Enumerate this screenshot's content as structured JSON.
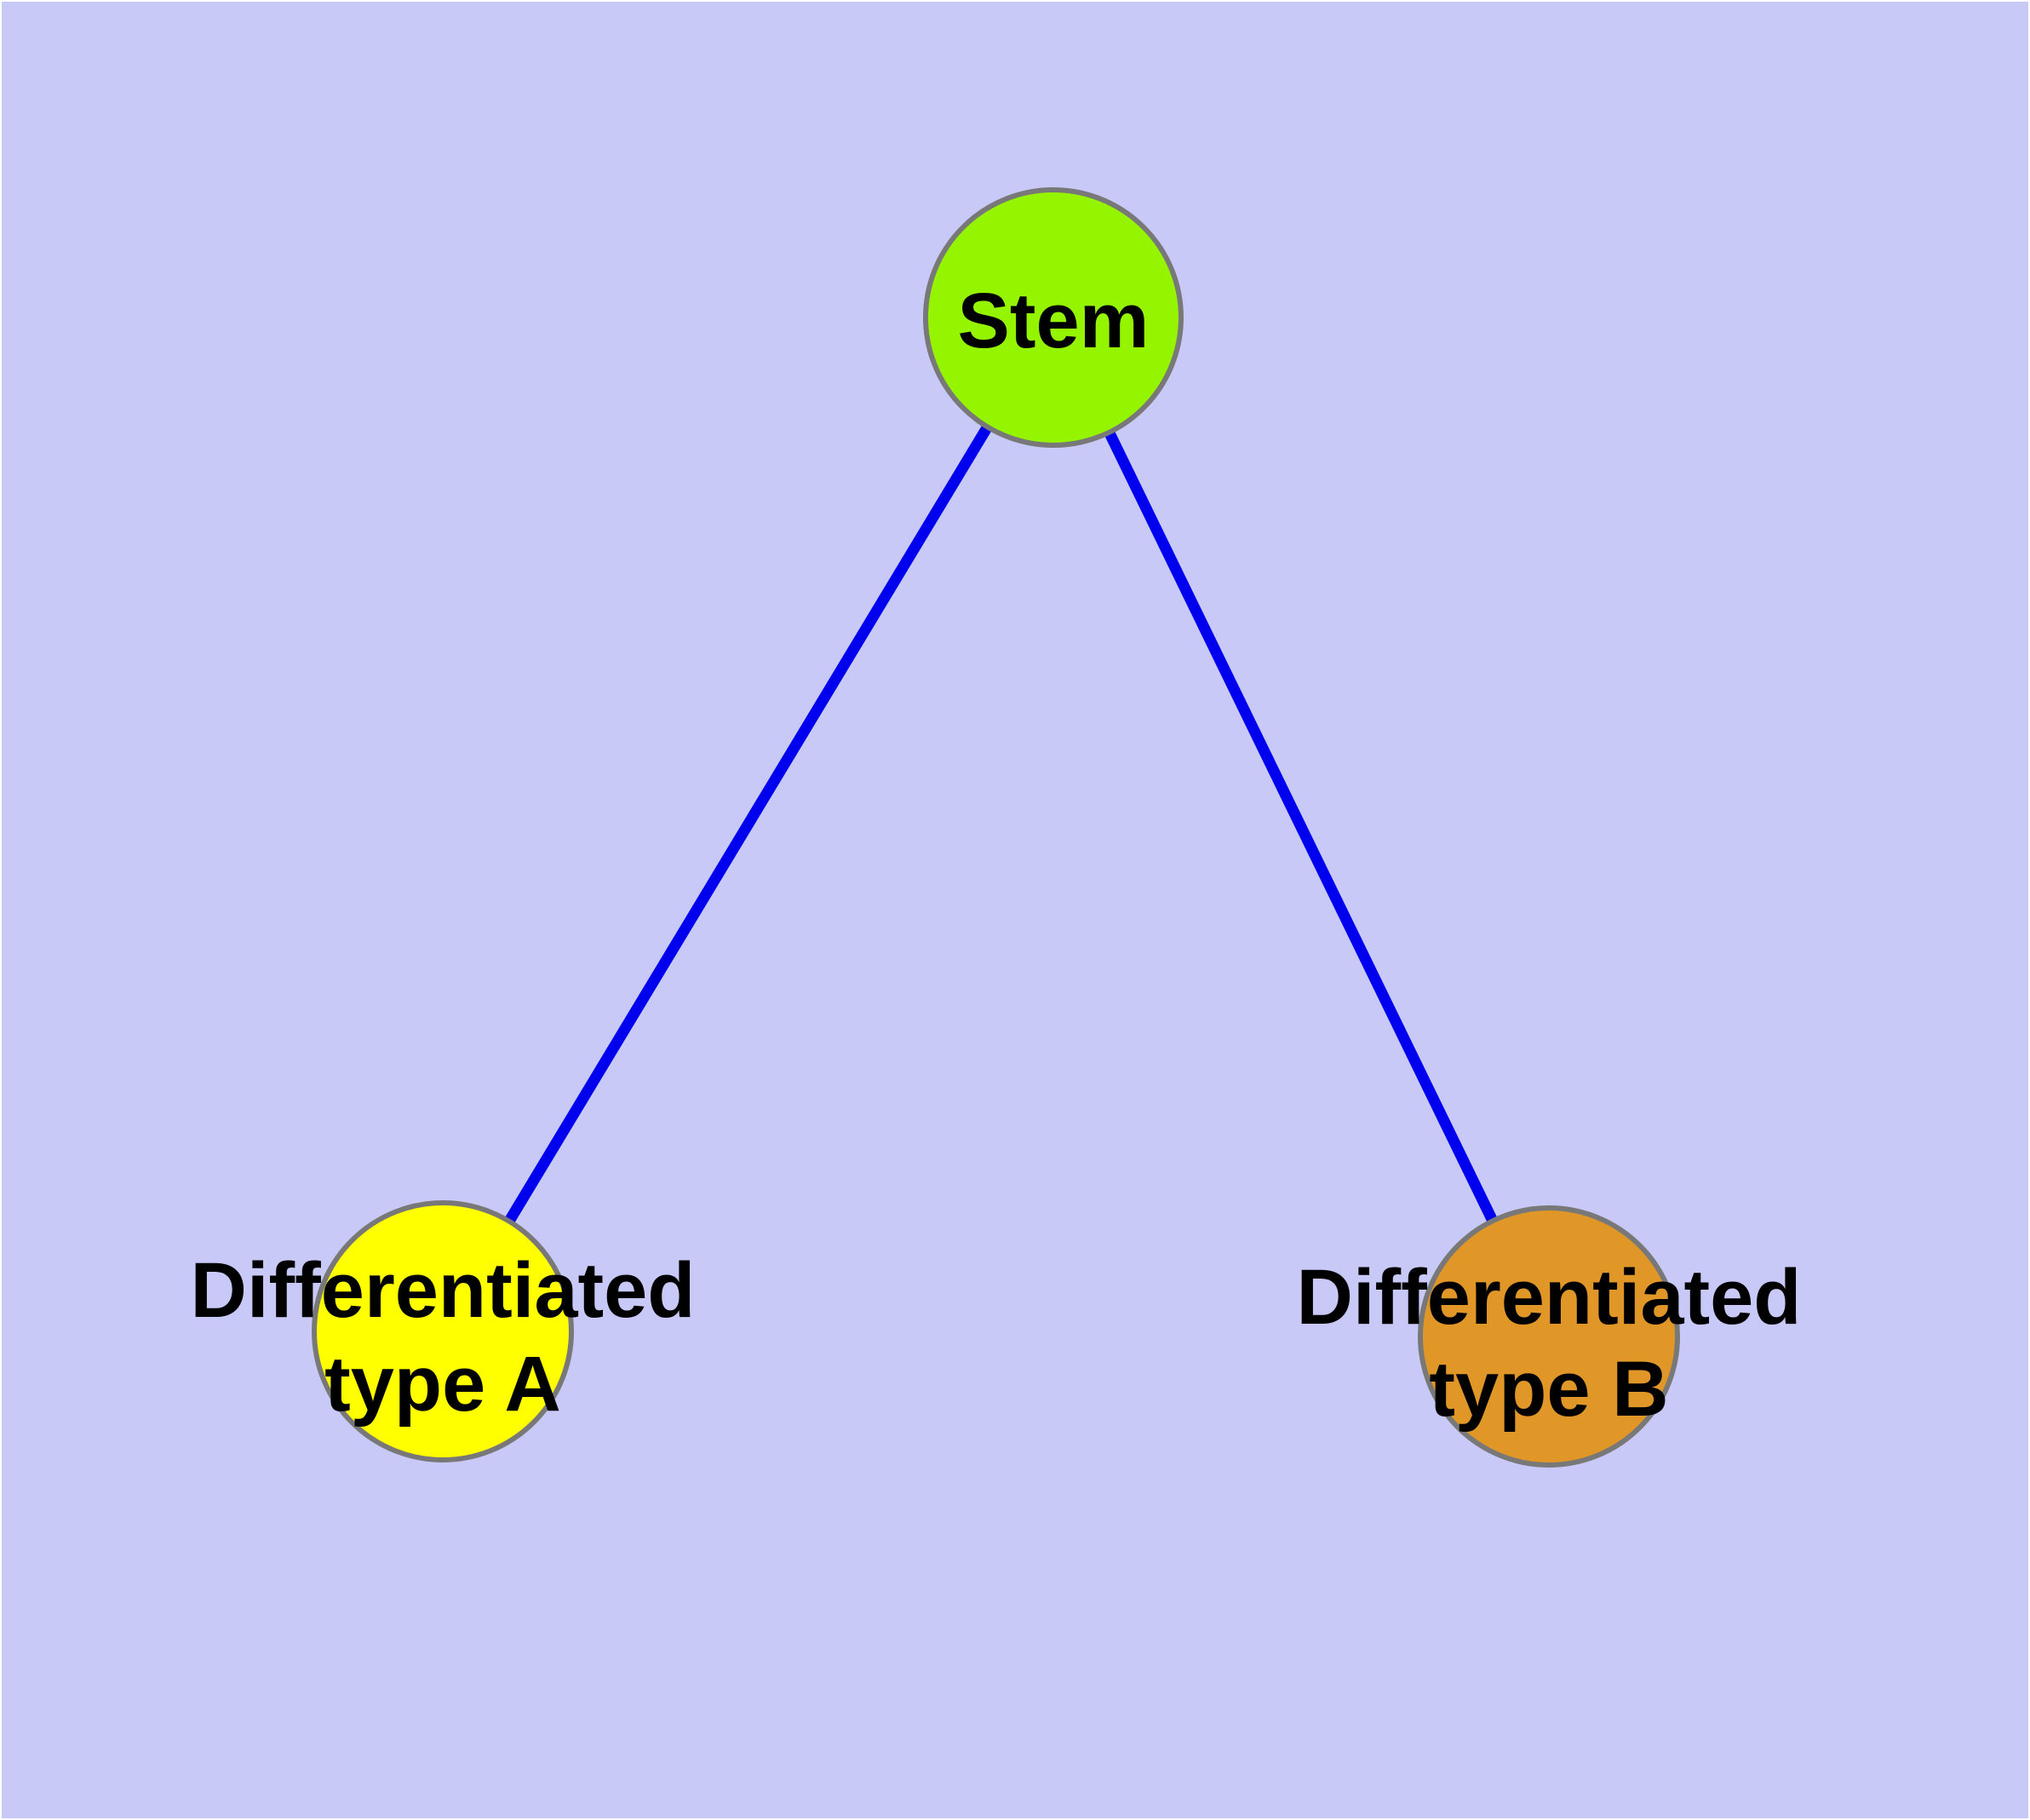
{
  "graph": {
    "background_color": "#C9C9F7",
    "frame_color": "#FFFFFF",
    "edge_color": "#0000EE",
    "node_border_color": "#787878",
    "label_color": "#000000",
    "nodes": [
      {
        "id": "stem",
        "label": "Stem",
        "fill_color": "#95F400"
      },
      {
        "id": "differentiated-type-a",
        "label": "Differentiated type A",
        "label_lines": [
          "Differentiated",
          "type A"
        ],
        "fill_color": "#FFFF00"
      },
      {
        "id": "differentiated-type-b",
        "label": "Differentiated type B",
        "label_lines": [
          "Differentiated",
          "type B"
        ],
        "fill_color": "#E09727"
      }
    ],
    "edges": [
      {
        "from": "Stem",
        "to": "Differentiated type A"
      },
      {
        "from": "Stem",
        "to": "Differentiated type B"
      }
    ]
  }
}
